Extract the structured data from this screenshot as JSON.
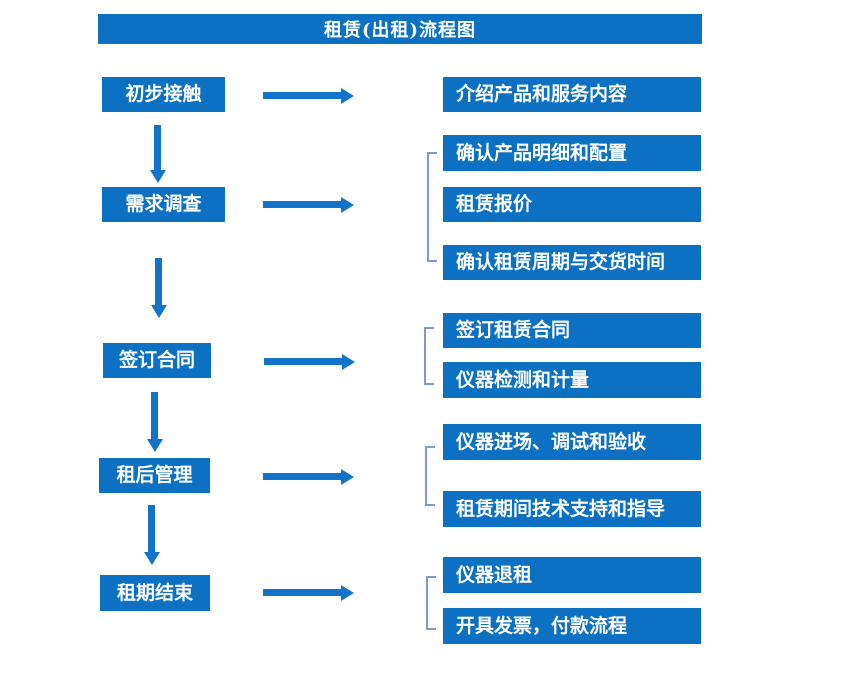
{
  "title": "租赁(出租)流程图",
  "colors": {
    "box_blue": "#0c71c3",
    "arrow_blue": "#1173c9",
    "bracket_blue": "#7e99cd",
    "text_white": "#ffffff"
  },
  "steps": [
    {
      "label": "初步接触",
      "outputs": [
        "介绍产品和服务内容"
      ]
    },
    {
      "label": "需求调查",
      "outputs": [
        "确认产品明细和配置",
        "租赁报价",
        "确认租赁周期与交货时间"
      ]
    },
    {
      "label": "签订合同",
      "outputs": [
        "签订租赁合同",
        "仪器检测和计量"
      ]
    },
    {
      "label": "租后管理",
      "outputs": [
        "仪器进场、调试和验收",
        "租赁期间技术支持和指导"
      ]
    },
    {
      "label": "租期结束",
      "outputs": [
        "仪器退租",
        "开具发票，付款流程"
      ]
    }
  ]
}
